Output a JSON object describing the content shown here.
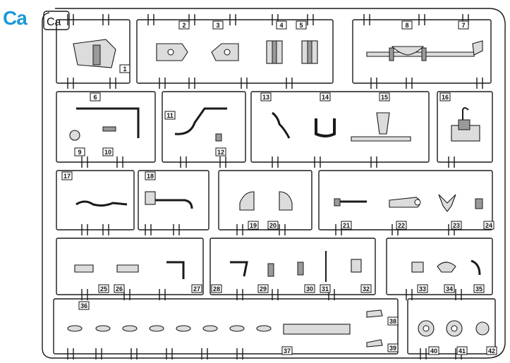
{
  "sprue": {
    "label": "Ca",
    "tab_label": "Ca",
    "part_numbers": [
      "1",
      "2",
      "3",
      "4",
      "5",
      "6",
      "7",
      "8",
      "9",
      "10",
      "11",
      "12",
      "13",
      "14",
      "15",
      "16",
      "17",
      "18",
      "19",
      "20",
      "21",
      "22",
      "23",
      "24",
      "25",
      "26",
      "27",
      "28",
      "29",
      "30",
      "31",
      "32",
      "33",
      "34",
      "35",
      "36",
      "37",
      "38",
      "39",
      "40",
      "41",
      "42"
    ]
  },
  "colors": {
    "label": "#1a9ad8",
    "outline": "#1a1a1a",
    "part_fill": "#dcdcdc"
  }
}
